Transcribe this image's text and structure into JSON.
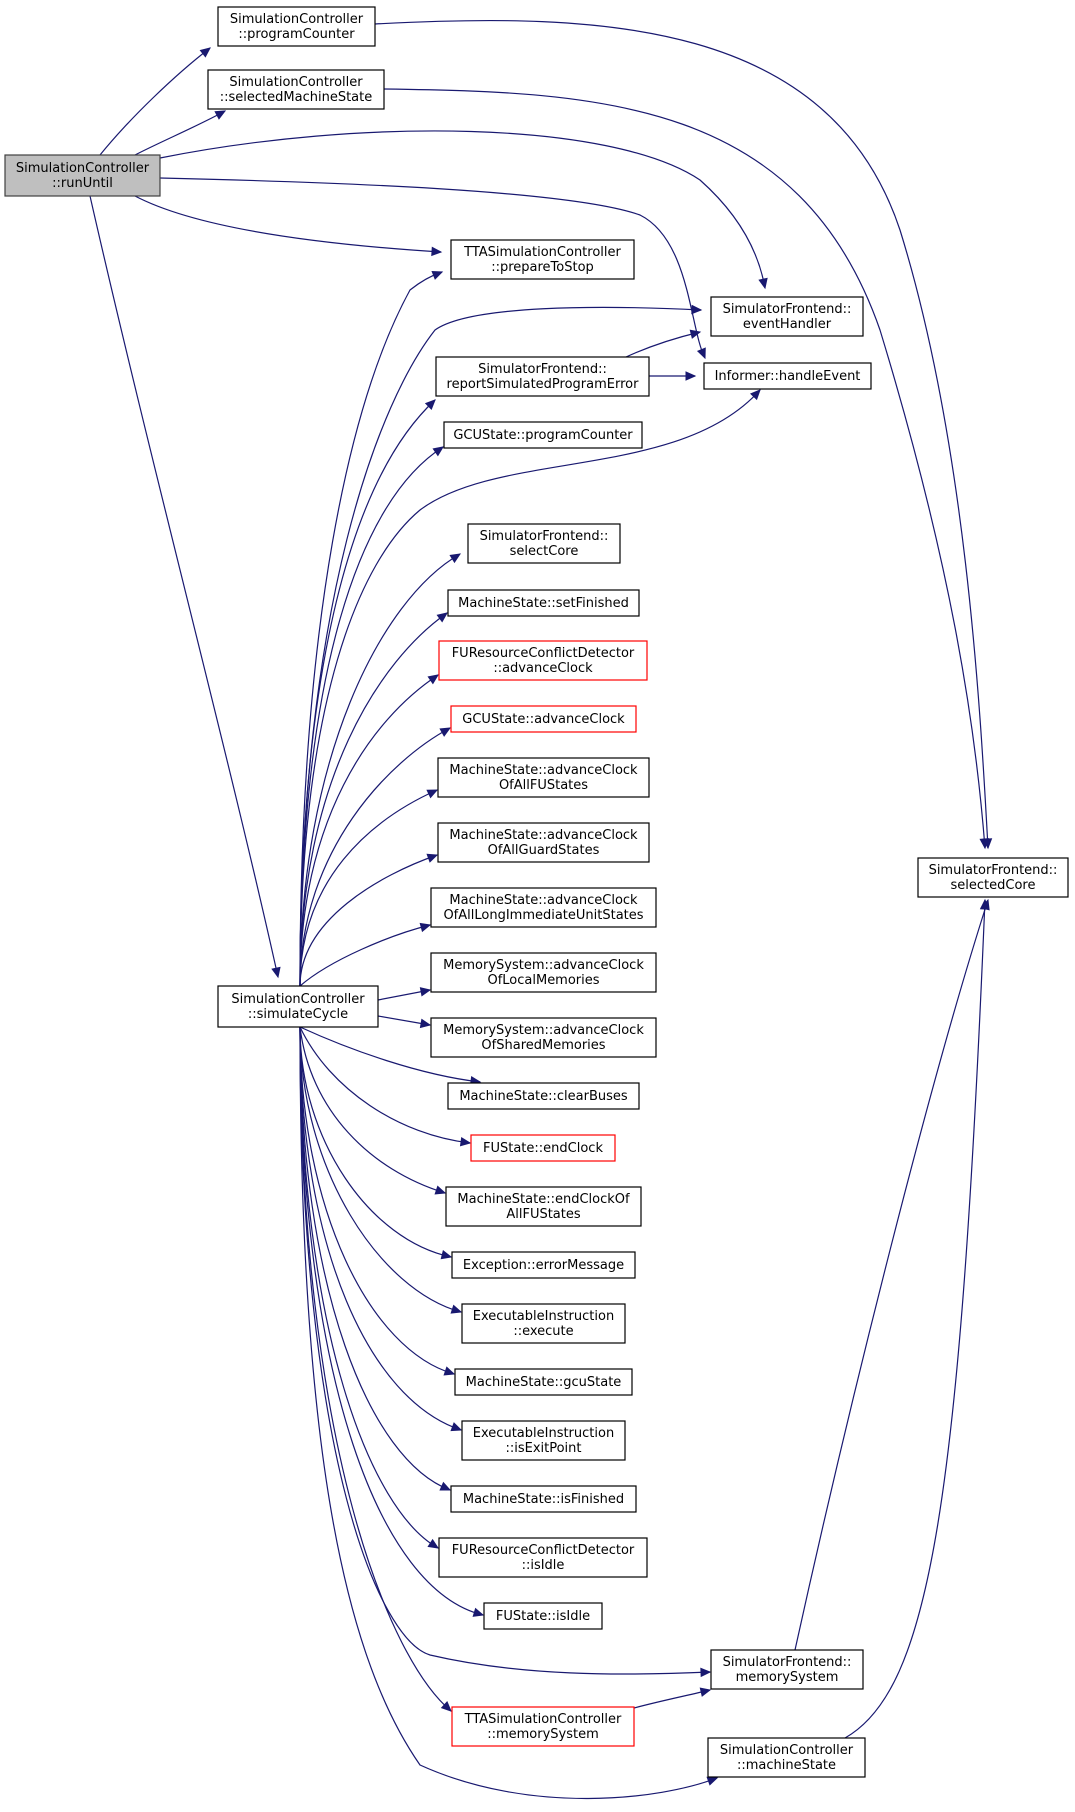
{
  "diagram": {
    "root": "n_rununtil",
    "nodes": [
      {
        "id": "n_rununtil",
        "lines": [
          "SimulationController",
          "::runUntil"
        ],
        "style": "current"
      },
      {
        "id": "n_pc",
        "lines": [
          "SimulationController",
          "::programCounter"
        ],
        "style": "normal"
      },
      {
        "id": "n_sms",
        "lines": [
          "SimulationController",
          "::selectedMachineState"
        ],
        "style": "normal"
      },
      {
        "id": "n_prep",
        "lines": [
          "TTASimulationController",
          "::prepareToStop"
        ],
        "style": "normal"
      },
      {
        "id": "n_evh",
        "lines": [
          "SimulatorFrontend::",
          "eventHandler"
        ],
        "style": "normal"
      },
      {
        "id": "n_rspe",
        "lines": [
          "SimulatorFrontend::",
          "reportSimulatedProgramError"
        ],
        "style": "normal"
      },
      {
        "id": "n_he",
        "lines": [
          "Informer::handleEvent"
        ],
        "style": "normal"
      },
      {
        "id": "n_gcupc",
        "lines": [
          "GCUState::programCounter"
        ],
        "style": "normal"
      },
      {
        "id": "n_selcore",
        "lines": [
          "SimulatorFrontend::",
          "selectCore"
        ],
        "style": "normal"
      },
      {
        "id": "n_setfin",
        "lines": [
          "MachineState::setFinished"
        ],
        "style": "normal"
      },
      {
        "id": "n_furcd_ac",
        "lines": [
          "FUResourceConflictDetector",
          "::advanceClock"
        ],
        "style": "red"
      },
      {
        "id": "n_gcu_ac",
        "lines": [
          "GCUState::advanceClock"
        ],
        "style": "red"
      },
      {
        "id": "n_ms_acfu",
        "lines": [
          "MachineState::advanceClock",
          "OfAllFUStates"
        ],
        "style": "normal"
      },
      {
        "id": "n_ms_acg",
        "lines": [
          "MachineState::advanceClock",
          "OfAllGuardStates"
        ],
        "style": "normal"
      },
      {
        "id": "n_ms_acliu",
        "lines": [
          "MachineState::advanceClock",
          "OfAllLongImmediateUnitStates"
        ],
        "style": "normal"
      },
      {
        "id": "n_mem_acl",
        "lines": [
          "MemorySystem::advanceClock",
          "OfLocalMemories"
        ],
        "style": "normal"
      },
      {
        "id": "n_mem_acs",
        "lines": [
          "MemorySystem::advanceClock",
          "OfSharedMemories"
        ],
        "style": "normal"
      },
      {
        "id": "n_simcyc",
        "lines": [
          "SimulationController",
          "::simulateCycle"
        ],
        "style": "normal"
      },
      {
        "id": "n_selected",
        "lines": [
          "SimulatorFrontend::",
          "selectedCore"
        ],
        "style": "normal"
      },
      {
        "id": "n_clrbus",
        "lines": [
          "MachineState::clearBuses"
        ],
        "style": "normal"
      },
      {
        "id": "n_fu_end",
        "lines": [
          "FUState::endClock"
        ],
        "style": "red"
      },
      {
        "id": "n_ms_endfu",
        "lines": [
          "MachineState::endClockOf",
          "AllFUStates"
        ],
        "style": "normal"
      },
      {
        "id": "n_errmsg",
        "lines": [
          "Exception::errorMessage"
        ],
        "style": "normal"
      },
      {
        "id": "n_ei_exec",
        "lines": [
          "ExecutableInstruction",
          "::execute"
        ],
        "style": "normal"
      },
      {
        "id": "n_gcustate",
        "lines": [
          "MachineState::gcuState"
        ],
        "style": "normal"
      },
      {
        "id": "n_ei_exit",
        "lines": [
          "ExecutableInstruction",
          "::isExitPoint"
        ],
        "style": "normal"
      },
      {
        "id": "n_isfin",
        "lines": [
          "MachineState::isFinished"
        ],
        "style": "normal"
      },
      {
        "id": "n_furcd_idle",
        "lines": [
          "FUResourceConflictDetector",
          "::isIdle"
        ],
        "style": "normal"
      },
      {
        "id": "n_fu_idle",
        "lines": [
          "FUState::isIdle"
        ],
        "style": "normal"
      },
      {
        "id": "n_sf_mem",
        "lines": [
          "SimulatorFrontend::",
          "memorySystem"
        ],
        "style": "normal"
      },
      {
        "id": "n_tta_mem",
        "lines": [
          "TTASimulationController",
          "::memorySystem"
        ],
        "style": "red"
      },
      {
        "id": "n_sc_ms",
        "lines": [
          "SimulationController",
          "::machineState"
        ],
        "style": "normal"
      }
    ],
    "edges": [
      [
        "n_rununtil",
        "n_pc"
      ],
      [
        "n_rununtil",
        "n_sms"
      ],
      [
        "n_rununtil",
        "n_evh"
      ],
      [
        "n_rununtil",
        "n_he"
      ],
      [
        "n_rununtil",
        "n_prep"
      ],
      [
        "n_rununtil",
        "n_simcyc"
      ],
      [
        "n_pc",
        "n_selected"
      ],
      [
        "n_sms",
        "n_selected"
      ],
      [
        "n_rspe",
        "n_evh"
      ],
      [
        "n_rspe",
        "n_he"
      ],
      [
        "n_simcyc",
        "n_prep"
      ],
      [
        "n_simcyc",
        "n_evh"
      ],
      [
        "n_simcyc",
        "n_rspe"
      ],
      [
        "n_simcyc",
        "n_gcupc"
      ],
      [
        "n_simcyc",
        "n_he"
      ],
      [
        "n_simcyc",
        "n_selcore"
      ],
      [
        "n_simcyc",
        "n_setfin"
      ],
      [
        "n_simcyc",
        "n_furcd_ac"
      ],
      [
        "n_simcyc",
        "n_gcu_ac"
      ],
      [
        "n_simcyc",
        "n_ms_acfu"
      ],
      [
        "n_simcyc",
        "n_ms_acg"
      ],
      [
        "n_simcyc",
        "n_ms_acliu"
      ],
      [
        "n_simcyc",
        "n_mem_acl"
      ],
      [
        "n_simcyc",
        "n_mem_acs"
      ],
      [
        "n_simcyc",
        "n_clrbus"
      ],
      [
        "n_simcyc",
        "n_fu_end"
      ],
      [
        "n_simcyc",
        "n_ms_endfu"
      ],
      [
        "n_simcyc",
        "n_errmsg"
      ],
      [
        "n_simcyc",
        "n_ei_exec"
      ],
      [
        "n_simcyc",
        "n_gcustate"
      ],
      [
        "n_simcyc",
        "n_ei_exit"
      ],
      [
        "n_simcyc",
        "n_isfin"
      ],
      [
        "n_simcyc",
        "n_furcd_idle"
      ],
      [
        "n_simcyc",
        "n_fu_idle"
      ],
      [
        "n_simcyc",
        "n_sf_mem"
      ],
      [
        "n_simcyc",
        "n_tta_mem"
      ],
      [
        "n_simcyc",
        "n_sc_ms"
      ],
      [
        "n_sf_mem",
        "n_selected"
      ],
      [
        "n_tta_mem",
        "n_sf_mem"
      ],
      [
        "n_sc_ms",
        "n_selected"
      ]
    ]
  },
  "colors": {
    "edge": "#191970",
    "node_border": "#000000",
    "node_border_red": "#ff0000",
    "current_fill": "#bfbfbf"
  }
}
